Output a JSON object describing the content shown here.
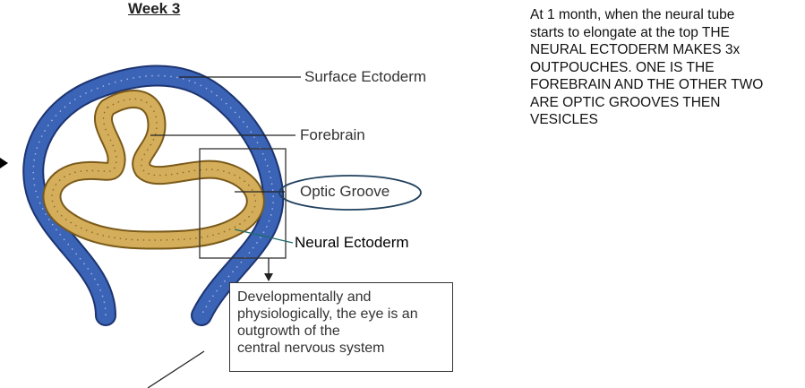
{
  "title": "Week 3",
  "labels": {
    "surface_ectoderm": "Surface Ectoderm",
    "forebrain": "Forebrain",
    "optic_groove": "Optic Groove",
    "neural_ectoderm": "Neural Ectoderm"
  },
  "note": {
    "lines": [
      "Developmentally and",
      "physiologically, the eye is an",
      "outgrowth of the",
      "central nervous system"
    ]
  },
  "side_text": {
    "lines": [
      "At 1 month, when the neural tube",
      "starts to elongate at the top THE",
      "NEURAL ECTODERM MAKES 3x",
      "OUTPOUCHES. ONE IS THE",
      "FOREBRAIN AND THE OTHER TWO",
      "ARE OPTIC GROOVES THEN",
      "VESICLES"
    ]
  },
  "colors": {
    "surface_ectoderm": "#3b63b6",
    "surface_ectoderm_outline": "#1d3470",
    "neural_ectoderm": "#d4ae5a",
    "neural_ectoderm_outline": "#7a5a1a",
    "optic_ellipse": "#1f3f5c",
    "leader_line": "#222222"
  }
}
